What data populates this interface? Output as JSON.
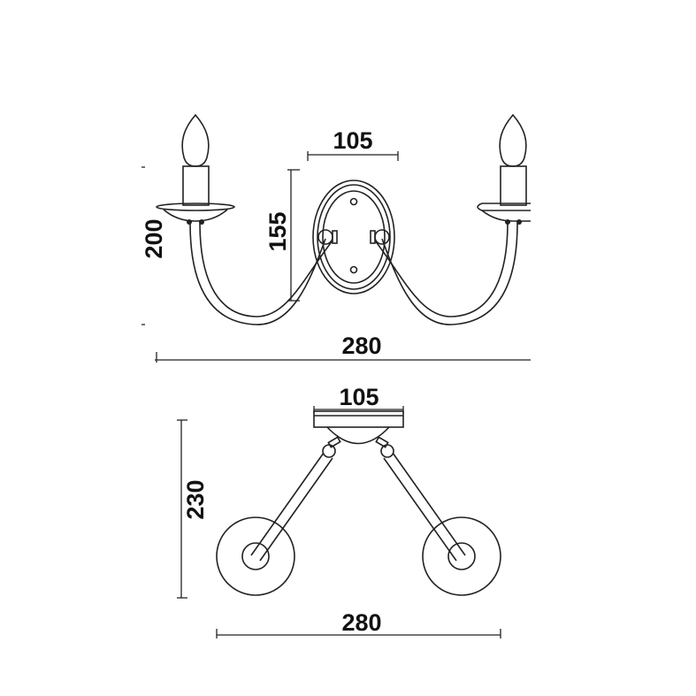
{
  "front_view": {
    "plate_width": "105",
    "arm_height": "155",
    "total_height": "200",
    "total_width": "280"
  },
  "top_view": {
    "plate_width": "105",
    "depth": "230",
    "total_width": "280"
  },
  "colors": {
    "line": "#222222",
    "background": "#ffffff"
  }
}
